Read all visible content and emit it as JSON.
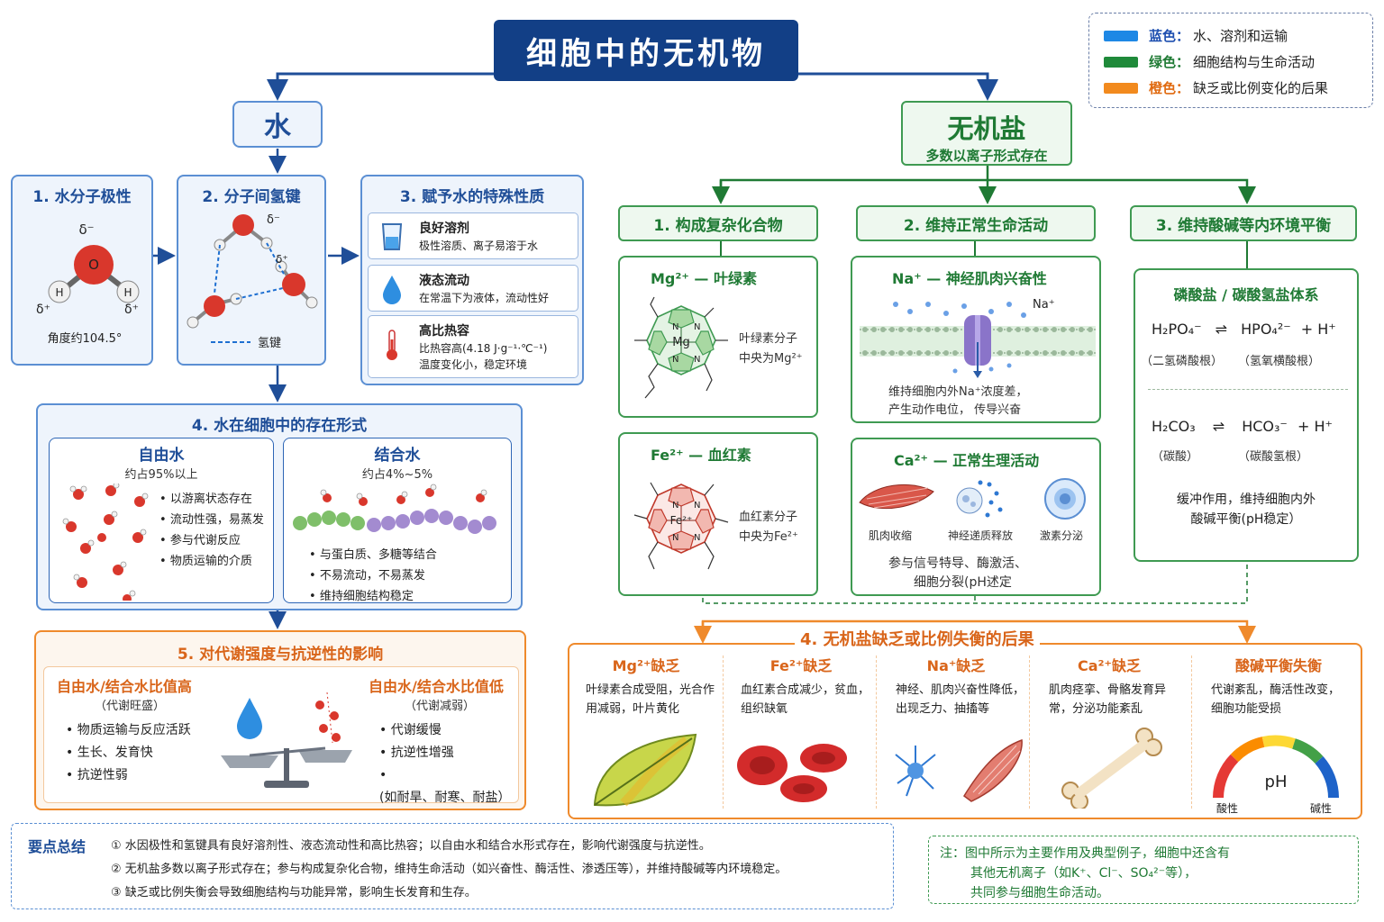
{
  "title": "细胞中的无机物",
  "legend": [
    {
      "key": "蓝色：",
      "text": "水、溶剂和运输",
      "color": "#1e88e5"
    },
    {
      "key": "绿色：",
      "text": "细胞结构与生命活动",
      "color": "#1f8a3a"
    },
    {
      "key": "橙色：",
      "text": "缺乏或比例变化的后果",
      "color": "#f28a1e"
    }
  ],
  "water": {
    "heading": "水",
    "polarity": {
      "title": "1. 水分子极性",
      "atom_o": "O",
      "atom_h": "H",
      "delta_minus": "δ⁻",
      "delta_plus": "δ⁺",
      "angle": "角度约104.5°"
    },
    "hbond": {
      "title": "2. 分子间氢键",
      "delta_minus": "δ⁻",
      "delta_plus": "δ⁺",
      "legend": "氢键"
    },
    "properties": {
      "title": "3. 赋予水的特殊性质",
      "items": [
        {
          "name": "良好溶剂",
          "desc": "极性溶质、离子易溶于水"
        },
        {
          "name": "液态流动",
          "desc": "在常温下为液体，流动性好"
        },
        {
          "name": "高比热容",
          "desc": "比热容高(4.18 J·g⁻¹·℃⁻¹)",
          "desc2": "温度变化小，稳定环境"
        }
      ]
    },
    "forms": {
      "title": "4. 水在细胞中的存在形式",
      "free": {
        "name": "自由水",
        "share": "约占95%以上",
        "points": [
          "以游离状态存在",
          "流动性强，易蒸发",
          "参与代谢反应",
          "物质运输的介质"
        ]
      },
      "bound": {
        "name": "结合水",
        "share": "约占4%~5%",
        "points": [
          "与蛋白质、多糖等结合",
          "不易流动，不易蒸发",
          "维持细胞结构稳定"
        ]
      }
    },
    "metabolism": {
      "title": "5. 对代谢强度与抗逆性的影响",
      "high": {
        "name": "自由水/结合水比值高",
        "note": "（代谢旺盛）",
        "points": [
          "物质运输与反应活跃",
          "生长、发育快",
          "抗逆性弱"
        ]
      },
      "low": {
        "name": "自由水/结合水比值低",
        "note": "（代谢减弱）",
        "points": [
          "代谢缓慢",
          "抗逆性增强",
          "(如耐旱、耐寒、耐盐）"
        ]
      }
    }
  },
  "salt": {
    "heading": "无机盐",
    "subheading": "多数以离子形式存在",
    "compounds": {
      "title": "1.  构成复杂化合物",
      "mg": {
        "ion": "Mg²⁺",
        "label": "— 叶绿素",
        "center": "Mg",
        "n": "N",
        "line1": "叶绿素分子",
        "line2": "中央为Mg²⁺"
      },
      "fe": {
        "ion": "Fe²⁺",
        "label": "— 血红素",
        "center": "Fe²⁺",
        "n": "N",
        "line1": "血红素分子",
        "line2": "中央为Fe²⁺"
      }
    },
    "activity": {
      "title": "2. 维持正常生命活动",
      "na": {
        "ion": "Na⁺",
        "label": "— 神经肌肉兴奋性",
        "ion_label": "Na⁺",
        "line1": "维持细胞内外Na⁺浓度差，",
        "line2": "产生动作电位，   传导兴奋"
      },
      "ca": {
        "ion": "Ca²⁺",
        "label": "— 正常生理活动",
        "icons": [
          "肌肉收缩",
          "神经递质释放",
          "激素分泌"
        ],
        "line1": "参与信号特导、酶激活、",
        "line2": "细胞分裂(pH述定"
      }
    },
    "ph": {
      "title": "3. 维持酸碱等内环境平衡",
      "system": "磷酸盐 / 碳酸氢盐体系",
      "eq1": {
        "left": "H₂PO₄⁻",
        "right": "HPO₄²⁻",
        "tail": "+  H⁺",
        "left_name": "（二氢磷酸根）",
        "right_name": "（氢氧横酸根）"
      },
      "eq2": {
        "left": "H₂CO₃",
        "right": "HCO₃⁻",
        "tail": "+  H⁺",
        "left_name": "（碳酸）",
        "right_name": "（碳酸氢根）"
      },
      "line1": "缓冲作用，维持细胞内外",
      "line2": "酸碱平衡(pH稳定）"
    },
    "consequences": {
      "title": "4.  无机盐缺乏或比例失衡的后果",
      "items": [
        {
          "name": "Mg²⁺缺乏",
          "desc": "叶绿素合成受阻，光合作用减弱，叶片黄化"
        },
        {
          "name": "Fe²⁺缺乏",
          "desc": "血红素合成减少，贫血，组织缺氧"
        },
        {
          "name": "Na⁺缺乏",
          "desc": "神经、肌肉兴奋性降低，出现乏力、抽搐等"
        },
        {
          "name": "Ca²⁺缺乏",
          "desc": "肌肉痉挛、骨骼发育异常，分泌功能紊乱"
        },
        {
          "name": "酸碱平衡失衡",
          "desc": "代谢紊乱，酶活性改变，细胞功能受损",
          "gauge": "pH",
          "acid": "酸性",
          "base": "碱性"
        }
      ]
    }
  },
  "summary": {
    "title": "要点总结",
    "points": [
      "①  水因极性和氢键具有良好溶剂性、液态流动性和高比热容；以自由水和结合水形式存在，影响代谢强度与抗逆性。",
      "②  无机盐多数以离子形式存在；参与构成复杂化合物，维持生命活动（如兴奋性、酶活性、渗透压等），并维持酸碱等内环境稳定。",
      "③  缺乏或比例失衡会导致细胞结构与功能异常，影响生长发育和生存。"
    ]
  },
  "note": {
    "line1": "注：图中所示为主要作用及典型例子，细胞中还含有",
    "line2": "其他无机离子（如K⁺、Cl⁻、SO₄²⁻等），",
    "line3": "共同参与细胞生命活动。"
  }
}
